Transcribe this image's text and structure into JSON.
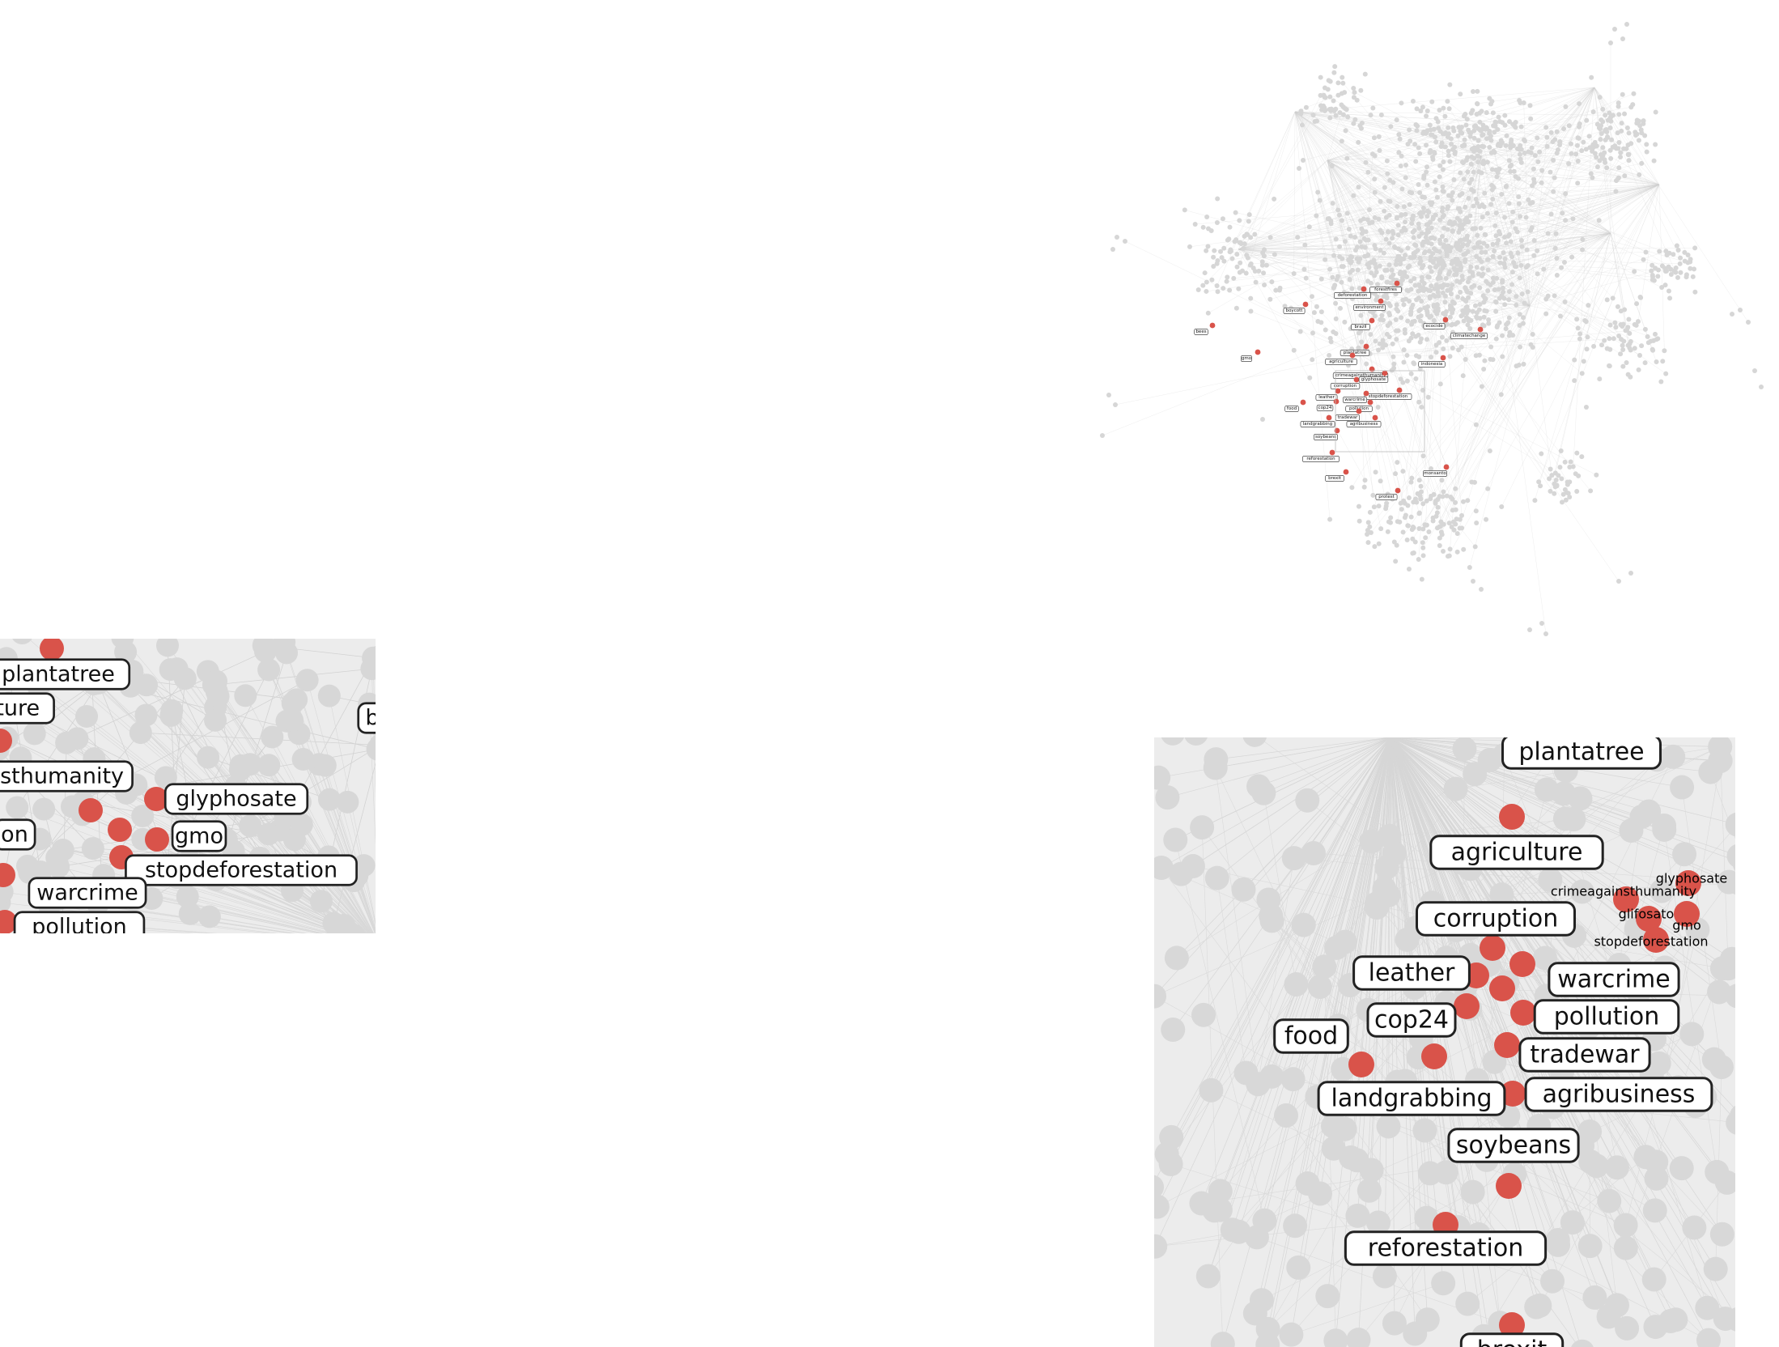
{
  "colors": {
    "background": "#ffffff",
    "node_gray": "#d6d6d6",
    "edge_gray": "#cfcfcf",
    "highlight_red": "#d9534a",
    "label_border": "#222222",
    "label_fill": "#ffffff"
  },
  "overview": {
    "labels": [
      "forestfires",
      "deforestation",
      "environment",
      "boycott",
      "brazil",
      "ecocide",
      "climatechange",
      "bees",
      "plantatree",
      "gmo",
      "agriculture",
      "crimeagainsthumanity",
      "corruption",
      "glyphosate",
      "leather",
      "stopdeforestation",
      "warcrime",
      "food",
      "cop24",
      "pollution",
      "tradewar",
      "landgrabbing",
      "agribusiness",
      "soybeans",
      "reforestation",
      "brexit",
      "monsanto",
      "protest",
      "indonesia"
    ]
  },
  "zoom_left": {
    "labels": [
      "plantatree",
      "lture",
      "b",
      "nsthumanity",
      "glyphosate",
      "on",
      "gmo",
      "stopdeforestation",
      "warcrime",
      "pollution"
    ]
  },
  "zoom_right": {
    "boxed_labels": [
      "plantatree",
      "agriculture",
      "corruption",
      "leather",
      "warcrime",
      "cop24",
      "pollution",
      "food",
      "tradewar",
      "landgrabbing",
      "agribusiness",
      "soybeans",
      "reforestation",
      "brexit"
    ],
    "plain_labels": [
      "glyphosate",
      "crimeagainsthumanity",
      "glifosato",
      "gmo",
      "stopdeforestation"
    ]
  }
}
